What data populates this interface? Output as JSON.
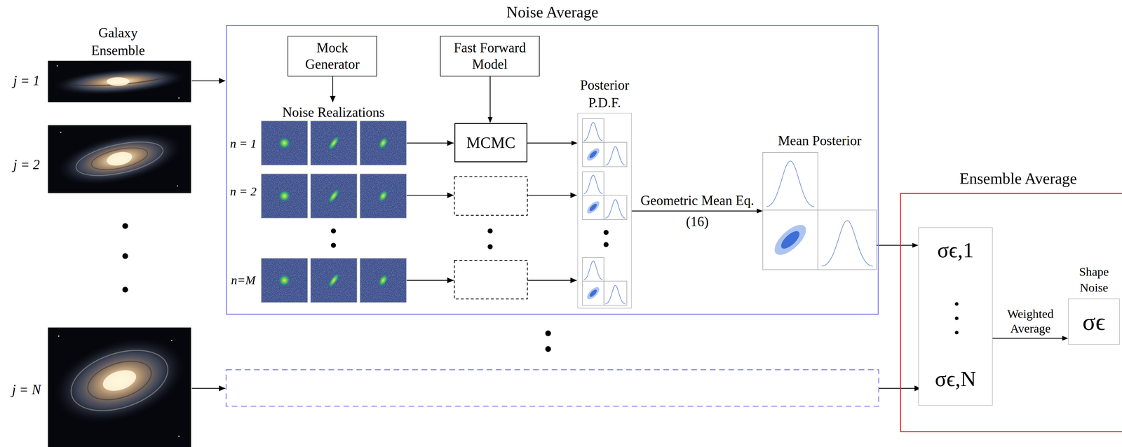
{
  "diagram": {
    "nodes": [
      {
        "text": [
          "Noise Average"
        ]
      },
      {
        "text": [
          "Mock Generator"
        ],
        "in": 0
      },
      {
        "text": [
          "Fast Forward Model"
        ],
        "in": 0
      },
      {
        "text": [
          "MCMC"
        ],
        "in": 0
      },
      {
        "text": [
          "Posterior P.D.F."
        ],
        "in": 0
      },
      {
        "text": [
          "Mean Posterior"
        ],
        "in": 0
      },
      {
        "text": [
          "Ensemble Average"
        ]
      },
      {
        "text": [
          "σϵ,1",
          "σϵ,N"
        ],
        "in": 6
      },
      {
        "text": [
          "Shape Noise",
          "σϵ"
        ],
        "in": 6
      }
    ],
    "edges": [
      {
        "from": 2,
        "to": 3,
        "arrow": "to"
      },
      {
        "from": 3,
        "to": 4,
        "arrow": "to"
      },
      {
        "from": 4,
        "to": 5,
        "label": "Geometric Mean Eq. (16)",
        "arrow": "to"
      },
      {
        "from": 5,
        "to": 7,
        "arrow": "to"
      },
      {
        "from": 7,
        "to": 8,
        "label": "Weighted Average",
        "arrow": "to"
      }
    ],
    "labels": [
      "Galaxy Ensemble",
      "j = 1",
      "j = 2",
      "j = N",
      "Noise Realizations",
      "n = 1",
      "n = 2",
      "n=M"
    ]
  }
}
